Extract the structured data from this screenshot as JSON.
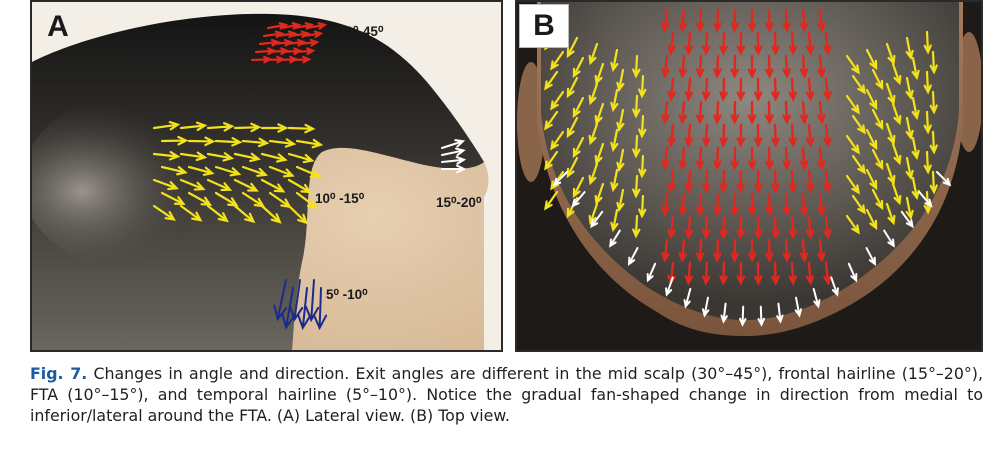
{
  "figure": {
    "panel_a": {
      "letter": "A",
      "labels": {
        "mid_scalp": "30⁰-45⁰",
        "fta": "10⁰ -15⁰",
        "frontal_hairline": "15⁰-20⁰",
        "temporal_hairline": "5⁰ -10⁰"
      }
    },
    "panel_b": {
      "letter": "B"
    },
    "arrow_colors": {
      "mid_scalp": "#e0281e",
      "fta": "#f2e21b",
      "frontal_hairline": "#ffffff",
      "temporal_hairline": "#1c2a8c"
    }
  },
  "caption": {
    "label": "Fig. 7.",
    "text": "Changes in angle and direction. Exit angles are different in the mid scalp (30°–45°), frontal hairline (15°–20°), FTA (10°–15°), and temporal hairline (5°–10°). Notice the gradual fan-shaped change in direction from medial to inferior/lateral around the FTA. (A) Lateral view. (B) Top view."
  }
}
